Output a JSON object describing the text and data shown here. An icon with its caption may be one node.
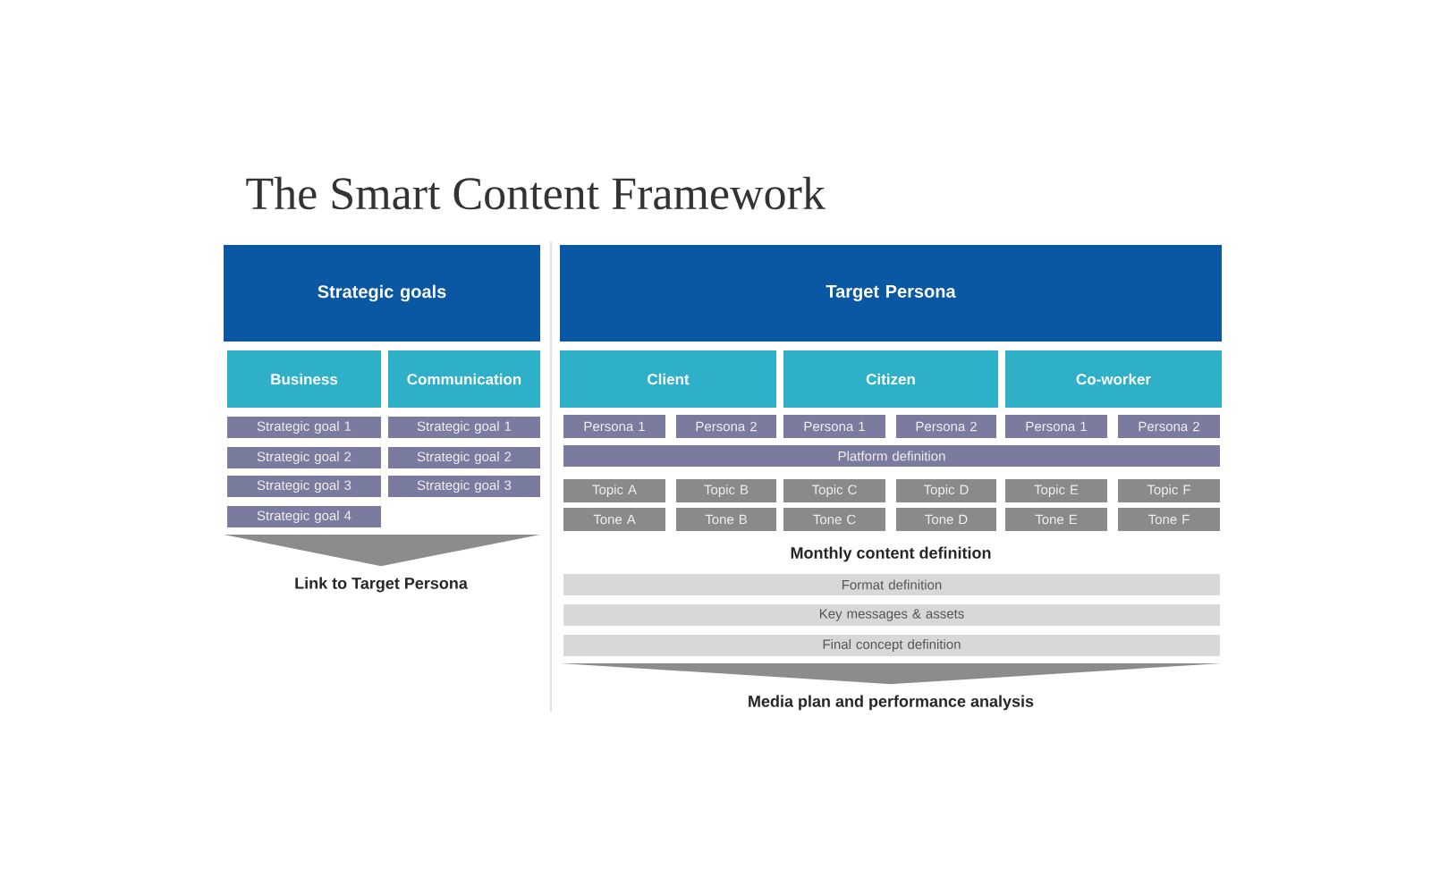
{
  "diagram": {
    "title": "The Smart Content Framework",
    "nodes": [
      {
        "text": [
          "Strategic goals"
        ]
      },
      {
        "text": [
          "Business"
        ]
      },
      {
        "text": [
          "Communication"
        ]
      },
      {
        "text": [
          "Strategic goal 1"
        ]
      },
      {
        "text": [
          "Strategic goal 1"
        ]
      },
      {
        "text": [
          "Strategic goal 2"
        ]
      },
      {
        "text": [
          "Strategic goal 2"
        ]
      },
      {
        "text": [
          "Strategic goal 3"
        ]
      },
      {
        "text": [
          "Strategic goal 3"
        ]
      },
      {
        "text": [
          "Strategic goal 4"
        ]
      },
      {
        "text": [
          "Target Persona"
        ]
      },
      {
        "text": [
          "Client"
        ]
      },
      {
        "text": [
          "Citizen"
        ]
      },
      {
        "text": [
          "Co-worker"
        ]
      },
      {
        "text": [
          "Persona 1"
        ]
      },
      {
        "text": [
          "Persona 2"
        ]
      },
      {
        "text": [
          "Persona 1"
        ]
      },
      {
        "text": [
          "Persona 2"
        ]
      },
      {
        "text": [
          "Persona 1"
        ]
      },
      {
        "text": [
          "Persona 2"
        ]
      },
      {
        "text": [
          "Platform definition"
        ]
      },
      {
        "text": [
          "Topic A"
        ]
      },
      {
        "text": [
          "Topic B"
        ]
      },
      {
        "text": [
          "Topic C"
        ]
      },
      {
        "text": [
          "Topic D"
        ]
      },
      {
        "text": [
          "Topic E"
        ]
      },
      {
        "text": [
          "Topic F"
        ]
      },
      {
        "text": [
          "Tone A"
        ]
      },
      {
        "text": [
          "Tone B"
        ]
      },
      {
        "text": [
          "Tone C"
        ]
      },
      {
        "text": [
          "Tone D"
        ]
      },
      {
        "text": [
          "Tone E"
        ]
      },
      {
        "text": [
          "Tone F"
        ]
      },
      {
        "text": [
          "Format definition"
        ]
      },
      {
        "text": [
          "Key messages & assets"
        ]
      },
      {
        "text": [
          "Final concept definition"
        ]
      },
      {
        "text": [
          "Link to Target Persona"
        ]
      },
      {
        "text": [
          "Media plan and performance analysis"
        ]
      }
    ],
    "edges": [
      {
        "from": null,
        "to": 36,
        "arrow": "to"
      },
      {
        "from": null,
        "to": 37,
        "arrow": "to"
      }
    ],
    "labels": [
      "Monthly content definition"
    ]
  }
}
